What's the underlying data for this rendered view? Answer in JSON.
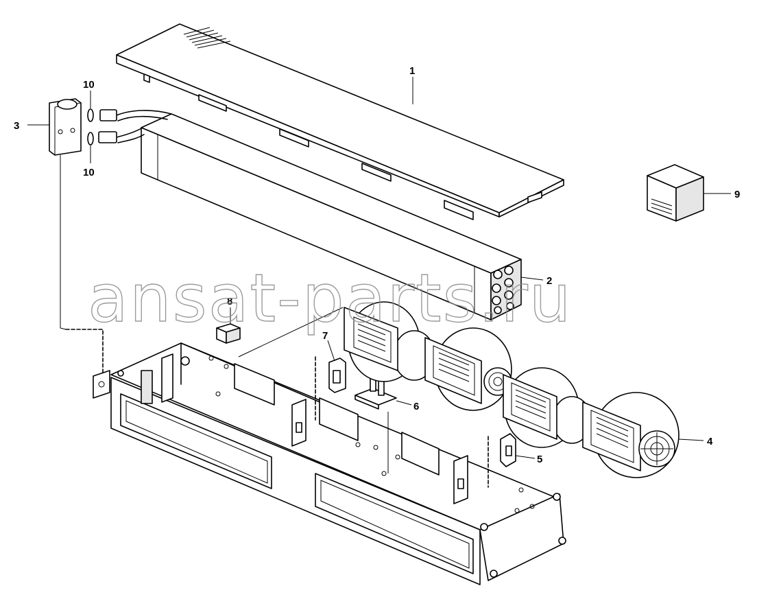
{
  "watermark": "ansat-parts.ru",
  "callouts": {
    "c1": "1",
    "c2": "2",
    "c3": "3",
    "c4": "4",
    "c5": "5",
    "c6": "6",
    "c7": "7",
    "c8": "8",
    "c9": "9",
    "c10a": "10",
    "c10b": "10"
  }
}
